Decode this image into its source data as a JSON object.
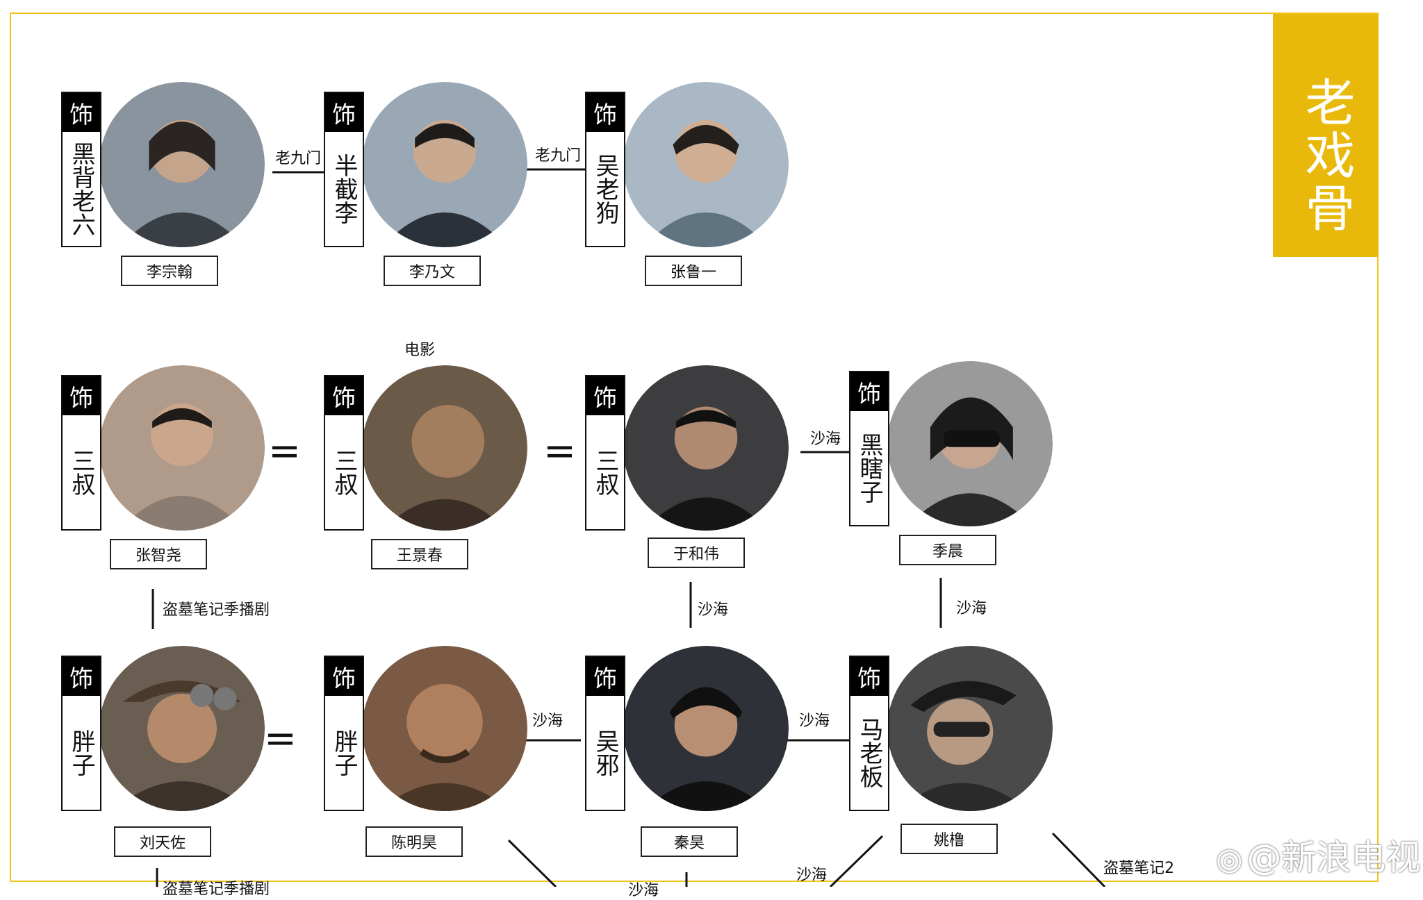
{
  "title": "老戏骨",
  "cards": [
    {
      "id": "c1",
      "role": "黑背老六",
      "actor": "李宗翰",
      "tone": "#8a949e"
    },
    {
      "id": "c2",
      "role": "半截李",
      "actor": "李乃文",
      "tone": "#9aa7b4"
    },
    {
      "id": "c3",
      "role": "吴老狗",
      "actor": "张鲁一",
      "tone": "#aab8c6"
    },
    {
      "id": "c4",
      "role": "三叔",
      "actor": "张智尧",
      "tone": "#b09a8a"
    },
    {
      "id": "c5",
      "role": "三叔",
      "actor": "王景春",
      "tone": "#6b5a48"
    },
    {
      "id": "c6",
      "role": "三叔",
      "actor": "于和伟",
      "tone": "#3d3d40"
    },
    {
      "id": "c7",
      "role": "黑瞎子",
      "actor": "季晨",
      "tone": "#9a9a9a"
    },
    {
      "id": "c8",
      "role": "胖子",
      "actor": "刘天佐",
      "tone": "#6a5e52"
    },
    {
      "id": "c9",
      "role": "胖子",
      "actor": "陈明昊",
      "tone": "#7a5a44"
    },
    {
      "id": "c10",
      "role": "吴邪",
      "actor": "秦昊",
      "tone": "#2e3238"
    },
    {
      "id": "c11",
      "role": "马老板",
      "actor": "姚橹",
      "tone": "#4a4a4a"
    }
  ],
  "relations": {
    "r1": "老九门",
    "r2": "老九门",
    "r3": "电影",
    "r4": "沙海",
    "r5": "盗墓笔记季播剧",
    "r6": "沙海",
    "r7": "沙海",
    "r8": "沙海",
    "r9": "沙海",
    "r10": "盗墓笔记季播剧",
    "r11": "沙海",
    "r12": "沙海",
    "r13": "盗墓笔记2"
  },
  "equals_sign": "=",
  "watermark": "@新浪电视",
  "colors": {
    "banner": "#e8b90a",
    "frame": "#f0c419"
  }
}
